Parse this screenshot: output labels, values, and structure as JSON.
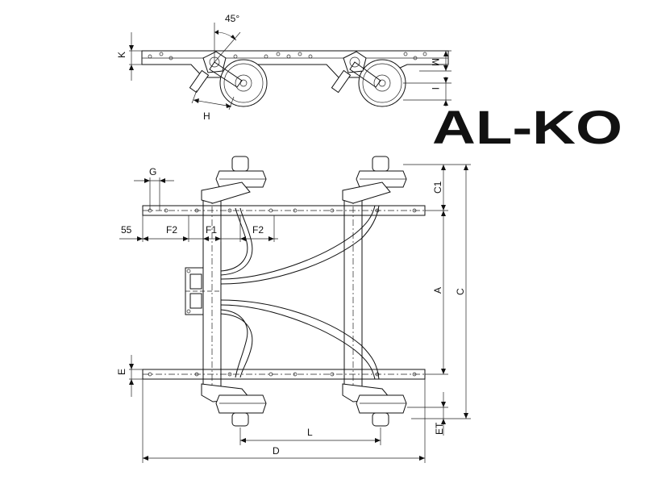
{
  "brand": {
    "logo_text": "AL-KO",
    "logo_color": "#e30613"
  },
  "side_view": {
    "labels": {
      "angle": "45°",
      "k": "K",
      "h": "H",
      "i": "I",
      "m": "M"
    }
  },
  "plan_view": {
    "labels": {
      "g": "G",
      "c1": "C1",
      "a": "A",
      "c": "C",
      "e": "E",
      "et": "ET",
      "l": "L",
      "d": "D",
      "dim55": "55",
      "f2_left": "F2",
      "f1": "F1",
      "f2_right": "F2"
    }
  },
  "colors": {
    "line": "#111111",
    "background": "#ffffff"
  }
}
